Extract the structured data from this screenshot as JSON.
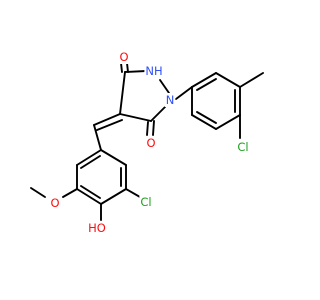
{
  "diagram": {
    "type": "chemical-structure",
    "colors": {
      "bond": "#000000",
      "oxygen": "#ff0d0d",
      "nitrogen": "#3050f8",
      "chlorine": "#1fa01f",
      "background": "#ffffff"
    },
    "atom_labels": {
      "oxo_top": "O",
      "nh": "NH",
      "n_ring": "N",
      "oxo_bottom": "O",
      "cl_right": "Cl",
      "cl_bottom": "Cl",
      "methoxy_o": "O",
      "hydroxyl": "HO"
    }
  }
}
